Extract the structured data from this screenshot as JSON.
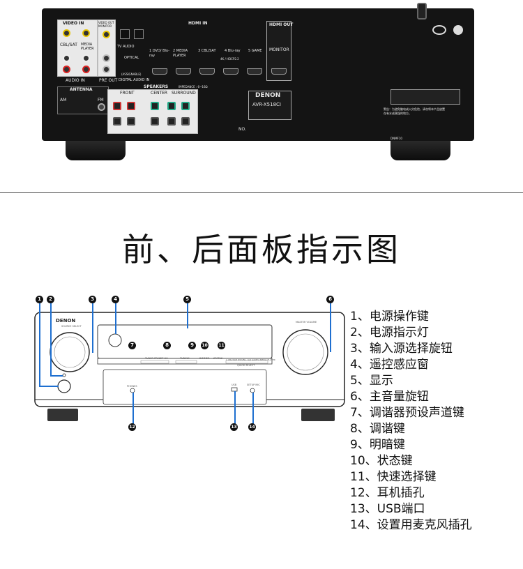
{
  "title": "前、后面板指示图",
  "rear_panel": {
    "video_in": "VIDEO IN",
    "video_out": "VIDEO OUT MONITOR",
    "cbl_sat": "CBL/SAT",
    "media_player": "MEDIA PLAYER",
    "tv_audio": "TV AUDIO",
    "optical": "OPTICAL",
    "assignable": "(ASSIGNABLE)",
    "digital_audio_in": "DIGITAL AUDIO IN",
    "audio_in": "AUDIO IN",
    "pre_out": "PRE OUT",
    "antenna": "ANTENNA",
    "am": "AM",
    "fm": "FM",
    "hdmi_in": "HDMI IN",
    "hdmi_out": "HDMI OUT",
    "hdmi_ports": [
      "1  DVD/ Blu-ray",
      "2  MEDIA PLAYER",
      "3  CBL/SAT",
      "4  Blu-ray",
      "5  GAME"
    ],
    "hdcp": "4K / HDCP2.2",
    "monitor": "MONITOR",
    "speakers": "SPEAKERS",
    "impedance": "IMPEDANCE : 6~16Ω",
    "front": "FRONT",
    "center": "CENTER",
    "surround": "SURROUND",
    "brand": "DENON",
    "model": "AVR-X518CI",
    "no_label": "NO.",
    "warning_cn": "警告：为避免触电或火灾危险，请勿将本产品放置在有水或潮湿的地方。",
    "model_small": "DNMF10"
  },
  "front_panel": {
    "brand": "DENON",
    "source_select": "SOURCE SELECT",
    "master_volume": "MASTER VOLUME",
    "tuner_preset": "TUNER PRESET CH",
    "tuning": "TUNING",
    "dimmer": "DIMMER",
    "status": "STATUS",
    "quick_select": "QUICK SELECT",
    "quick_buttons": [
      "1 CBL/SAT",
      "2 DVD/Blu-ray",
      "3 GAME",
      "4 MEDIA PLAYER"
    ],
    "phones": "PHONES",
    "usb": "USB",
    "setup_mic": "SETUP MIC",
    "callouts": [
      "1",
      "2",
      "3",
      "4",
      "5",
      "6",
      "7",
      "8",
      "9",
      "10",
      "11",
      "12",
      "13",
      "14"
    ]
  },
  "legend": [
    "1、电源操作键",
    "2、电源指示灯",
    "3、输入源选择旋钮",
    "4、遥控感应窗",
    "5、显示",
    "6、主音量旋钮",
    "7、调谐器预设声道键",
    "8、调谐键",
    "9、明暗键",
    "10、状态键",
    "11、快速选择键",
    "12、耳机插孔",
    "13、USB端口",
    "14、设置用麦克风插孔"
  ],
  "colors": {
    "callout_lead": "#1e6fd0",
    "body_dark": "#141414"
  }
}
